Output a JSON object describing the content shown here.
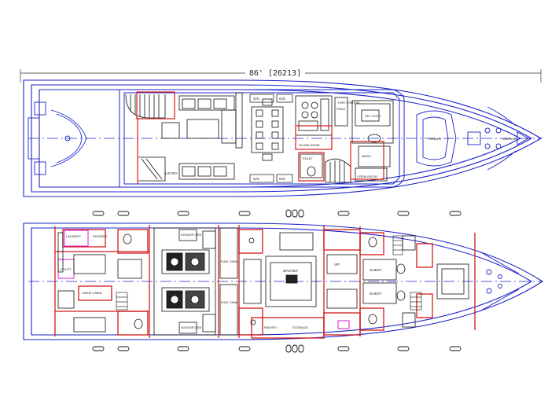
{
  "drawing": {
    "dimension_text": "86' [26213]"
  },
  "upper_deck": {
    "labels": {
      "cabinet_a": "G/S",
      "cabinet_b": "G/S",
      "cabinet_c": "G/S",
      "cabinet_d": "G/S",
      "tv_lift": "L/S DIV",
      "skylight": "SKY LIGHT",
      "fridge": "FRDG",
      "fire_station": "FIRE STATION",
      "glass_door": "GLASS DOOR",
      "crew_entry": "CREW ENTRY",
      "toilet": "TOILET",
      "wash": "WASH",
      "tender": "TENDER",
      "anchor": "ANCHOR"
    }
  },
  "lower_deck": {
    "labels": {
      "engine_port": "KOHLER GEN",
      "engine_stbd": "KOHLER GEN",
      "fuel_port": "FUEL TANK",
      "fuel_stbd": "FUEL TANK",
      "shower_lazarette": "SHOWER",
      "laundry": "LAUNDRY",
      "crew_cabin": "CREW CABIN",
      "utility": "UTILITY",
      "vip": "VIP",
      "master": "MASTER",
      "guest_port": "GUEST",
      "guest_stbd": "GUEST",
      "pantry": "PANTRY",
      "storage": "STORAGE"
    }
  }
}
